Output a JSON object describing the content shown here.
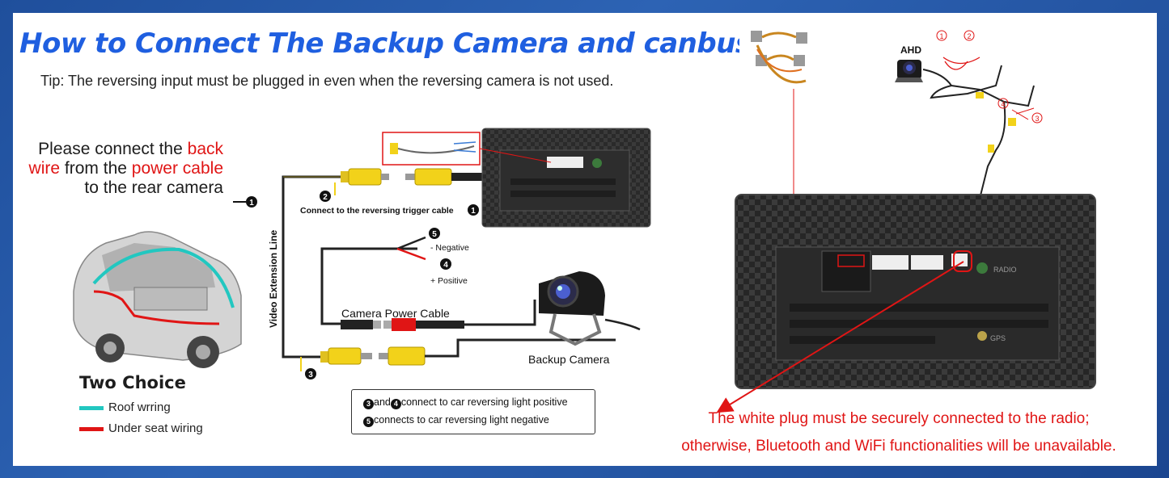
{
  "title": "How to Connect The Backup Camera and canbus",
  "tip": "Tip: The reversing input must be plugged in even when the reversing camera is not used.",
  "instruction": {
    "p1": "Please connect the ",
    "p2": "back wire",
    "p3": " from the ",
    "p4": "power cable",
    "p5": " to the rear camera"
  },
  "two_choice": {
    "title": "Two Choice",
    "options": [
      {
        "label": "Roof wrring",
        "color": "#22c7c0"
      },
      {
        "label": "Under seat wiring",
        "color": "#e01515"
      }
    ]
  },
  "labels": {
    "video_extension": "Video Extension Line",
    "reversing_trigger": "Connect to the reversing trigger cable",
    "negative": "- Negative",
    "positive": "+ Positive",
    "camera_power": "Camera Power Cable",
    "backup_camera": "Backup Camera",
    "ahd": "AHD",
    "radio": "RADIO",
    "gps": "GPS"
  },
  "markers": [
    "1",
    "2",
    "3",
    "4",
    "5"
  ],
  "note": {
    "line1_n1": "3",
    "line1_mid": "and",
    "line1_n2": "4",
    "line1_text": "connect to car reversing light positive",
    "line2_n1": "5",
    "line2_text": "connects to car reversing light negative"
  },
  "warning": {
    "line1": "The white plug must be securely connected to the radio;",
    "line2": "otherwise, Bluetooth and WiFi functionalities will be unavailable."
  },
  "colors": {
    "title_blue": "#1f5fe0",
    "accent_red": "#e01515",
    "roof_teal": "#22c7c0",
    "rca_yellow": "#f2d21a",
    "background_blue": "#2d63b4"
  }
}
